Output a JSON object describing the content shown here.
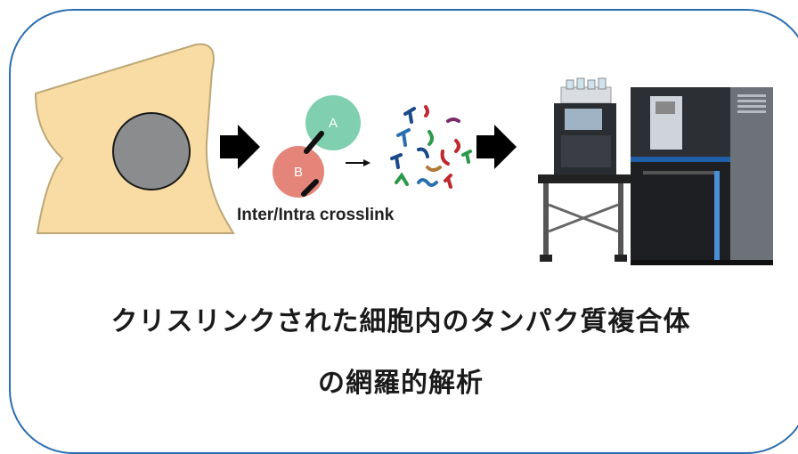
{
  "nodes": {
    "a_label": "A",
    "b_label": "B"
  },
  "crosslink_label": "Inter/Intra crosslink",
  "caption": {
    "line1": "クリスリンクされた細胞内のタンパク質複合体",
    "line2": "の網羅的解析"
  },
  "colors": {
    "frame": "#2a6db0",
    "cell": "#f8dca4",
    "nucleus": "#8a8c8e",
    "protein_a": "#7fcfb0",
    "protein_b": "#e5857a"
  },
  "icons": [
    "cell-icon",
    "nucleus-icon",
    "arrow-icon",
    "peptide-fragments-icon",
    "mass-spectrometer-icon"
  ]
}
